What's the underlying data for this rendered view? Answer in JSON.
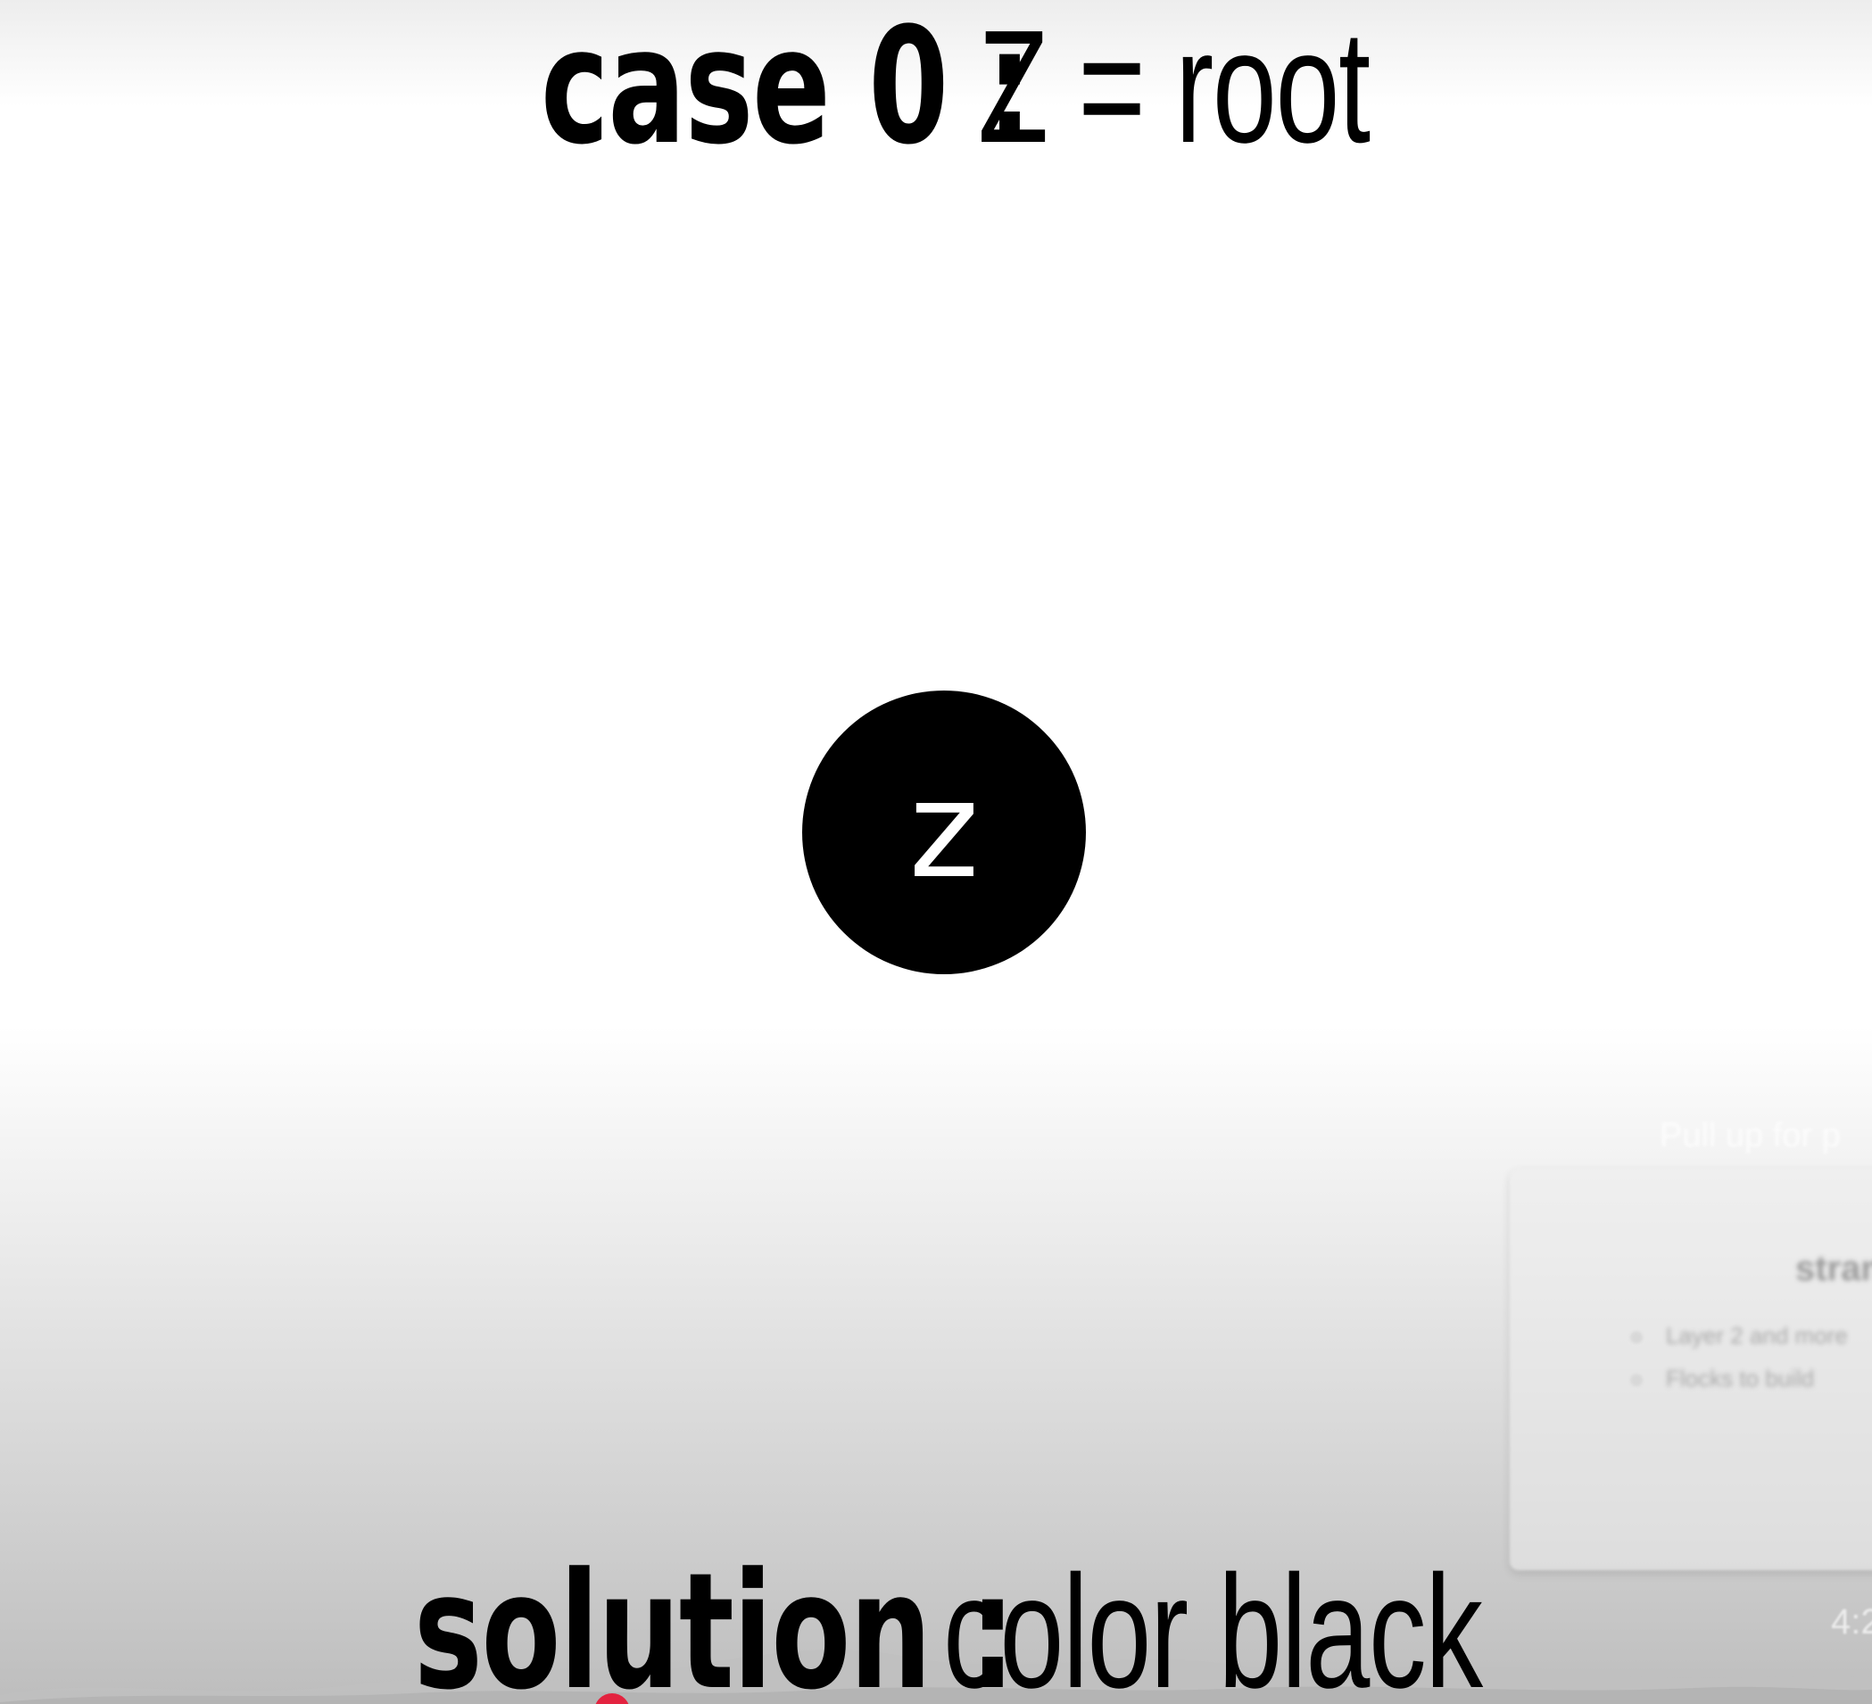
{
  "title": {
    "bold": "case 0 :",
    "light": "Z = root"
  },
  "node": {
    "label": "z",
    "fill": "#000000",
    "text_color": "#ffffff"
  },
  "solution": {
    "bold": "solution :",
    "light": "color black"
  },
  "overlay": {
    "hint": "Pull up for p",
    "card_title": "stran",
    "card_lines": [
      "Layer 2 and more",
      "Flocks to build"
    ],
    "timecode": "4:2"
  },
  "accent_color": "#e3233f"
}
